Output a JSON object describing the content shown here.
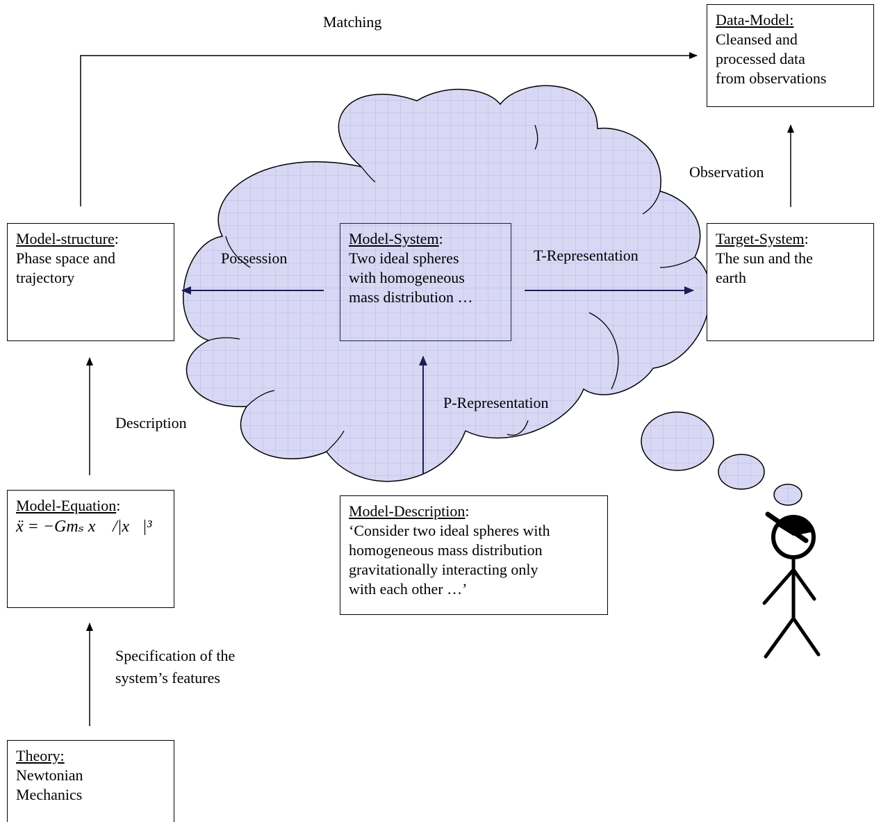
{
  "boxes": {
    "data_model": {
      "title": "Data-Model:",
      "lines": [
        "Cleansed and",
        "processed data",
        "from observations"
      ]
    },
    "model_structure": {
      "title": "Model-structure",
      "suffix": ":",
      "lines": [
        "Phase space and",
        "trajectory"
      ]
    },
    "model_system": {
      "title": "Model-System",
      "suffix": ":",
      "lines": [
        "Two ideal spheres",
        "with homogeneous",
        "mass distribution …"
      ]
    },
    "target_system": {
      "title": "Target-System",
      "suffix": ":",
      "lines": [
        "The sun and the",
        "earth"
      ]
    },
    "model_equation": {
      "title": "Model-Equation",
      "suffix": ":",
      "equation": "ẍ = −Gmₛ x⃗ /|x⃗|³"
    },
    "model_description": {
      "title": "Model-Description",
      "suffix": ":",
      "lines": [
        "‘Consider two ideal spheres with",
        "homogeneous mass distribution",
        "gravitationally interacting only",
        "with each other …’"
      ]
    },
    "theory": {
      "title": "Theory:",
      "lines": [
        "Newtonian",
        "Mechanics"
      ]
    }
  },
  "labels": {
    "matching": "Matching",
    "observation": "Observation",
    "possession": "Possession",
    "t_representation": "T-Representation",
    "p_representation": "P-Representation",
    "description": "Description",
    "specification_1": "Specification of the",
    "specification_2": "system’s features"
  },
  "colors": {
    "cloud_fill": "#d8d8f4",
    "cloud_grid": "#b8b8e6",
    "inner_arrow": "#1d1d55"
  }
}
